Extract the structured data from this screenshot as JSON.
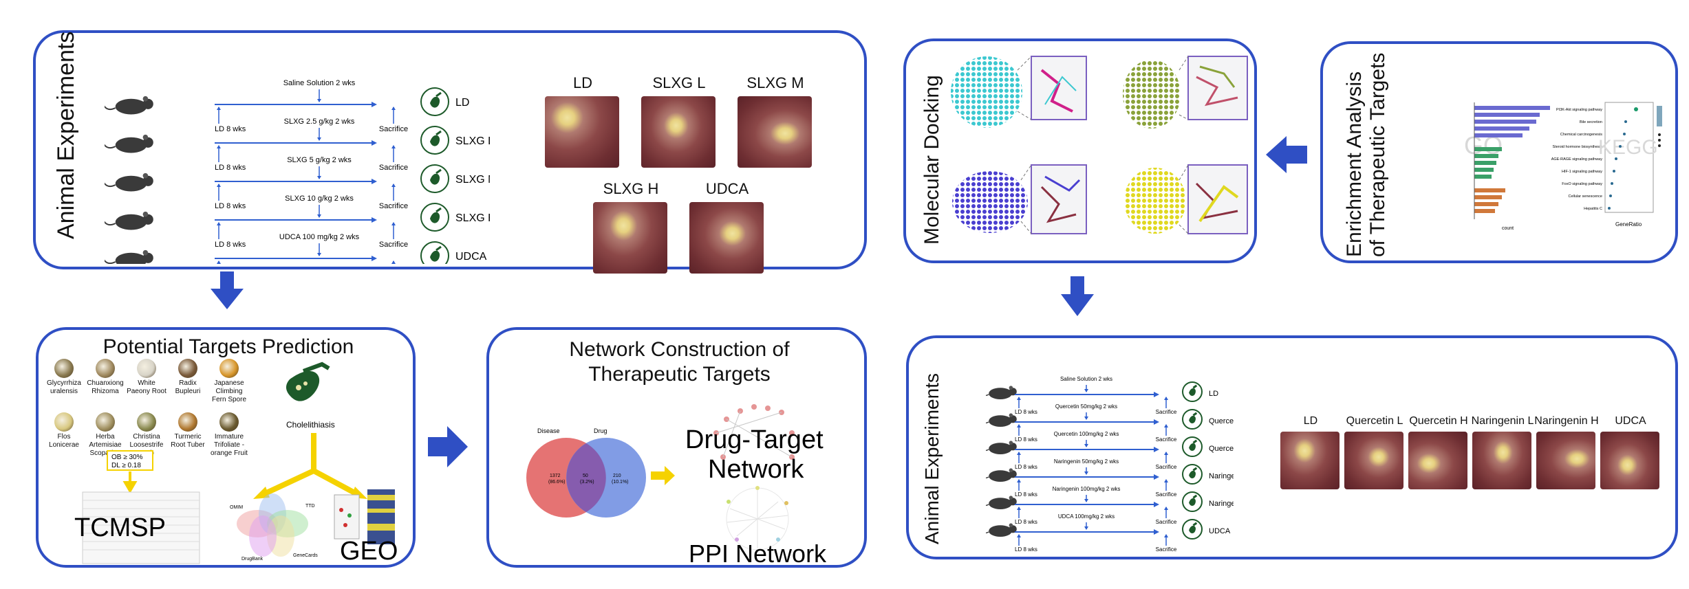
{
  "colors": {
    "frame": "#2f4fc4",
    "arrow": "#2f4fc4",
    "yellow": "#f5d200",
    "timeline": "#2f5fd0"
  },
  "animal1": {
    "title": "Animal Experiments",
    "rows": [
      {
        "treatment": "Saline Solution 2 wks",
        "group": "LD"
      },
      {
        "treatment": "SLXG 2.5 g/kg 2 wks",
        "group": "SLXG L"
      },
      {
        "treatment": "SLXG 5 g/kg 2 wks",
        "group": "SLXG M"
      },
      {
        "treatment": "SLXG 10 g/kg 2 wks",
        "group": "SLXG H"
      },
      {
        "treatment": "UDCA 100 mg/kg 2 wks",
        "group": "UDCA"
      }
    ],
    "ld_label": "LD 8 wks",
    "sacrifice_label": "Sacrifice",
    "photos": [
      "LD",
      "SLXG L",
      "SLXG M",
      "SLXG H",
      "UDCA"
    ]
  },
  "docking": {
    "title": "Molecular Docking"
  },
  "enrichment": {
    "title_line1": "Enrichment Analysis",
    "title_line2": "of Therapeutic Targets",
    "go_watermark": "GO",
    "kegg_watermark": "KEGG",
    "kegg_xlabel": "GeneRatio",
    "go_xlabel": "count",
    "kegg_terms": [
      "PI3K-Akt signaling pathway",
      "Bile secretion",
      "Chemical carcinogenesis",
      "Steroid hormone biosynthesis",
      "AGE-RAGE signaling pathway",
      "HIF-1 signaling pathway",
      "FoxO signaling pathway",
      "Cellular senescence",
      "Hepatitis C"
    ]
  },
  "prediction": {
    "title": "Potential Targets Prediction",
    "herbs": [
      "Glycyrrhiza uralensis",
      "Chuanxiong Rhizoma",
      "White Paeony Root",
      "Radix Bupleuri",
      "Japanese Climbing Fern Spore",
      "Flos Lonicerae",
      "Herba Artemisiae Scopariae",
      "Christina Loosestrife Herb",
      "Turmeric Root Tuber",
      "Immature Trifoliate -orange Fruit"
    ],
    "criteria_ob": "OB ≥ 30%",
    "criteria_dl": "DL ≥ 0.18",
    "tcmsp": "TCMSP",
    "disease": "Cholelithiasis",
    "geo": "GEO",
    "venn_labels": [
      "OMIM",
      "GeneCards",
      "DrugBank",
      "TTD"
    ]
  },
  "network": {
    "title_line1": "Network Construction of",
    "title_line2": "Therapeutic Targets",
    "drug_target_line1": "Drug-Target",
    "drug_target_line2": "Network",
    "ppi": "PPI Network",
    "venn_left": "Disease",
    "venn_right": "Drug",
    "venn_left_count": "1372",
    "venn_left_pct": "(86.6%)",
    "venn_mid_count": "50",
    "venn_mid_pct": "(3.2%)",
    "venn_right_count": "210",
    "venn_right_pct": "(10.1%)"
  },
  "animal2": {
    "title": "Animal Experiments",
    "rows": [
      {
        "treatment": "Saline Solution 2 wks",
        "group": "LD"
      },
      {
        "treatment": "Quercetin 50mg/kg 2 wks",
        "group": "Quercetin L"
      },
      {
        "treatment": "Quercetin 100mg/kg 2 wks",
        "group": "Quercetin H"
      },
      {
        "treatment": "Naringenin 50mg/kg 2 wks",
        "group": "Naringenin L"
      },
      {
        "treatment": "Naringenin 100mg/kg 2 wks",
        "group": "Naringenin H"
      },
      {
        "treatment": "UDCA 100mg/kg 2 wks",
        "group": "UDCA"
      }
    ],
    "ld_label": "LD 8 wks",
    "sacrifice_label": "Sacrifice",
    "photos": [
      "LD",
      "Quercetin L",
      "Quercetin H",
      "Naringenin L",
      "Naringenin H",
      "UDCA"
    ]
  }
}
